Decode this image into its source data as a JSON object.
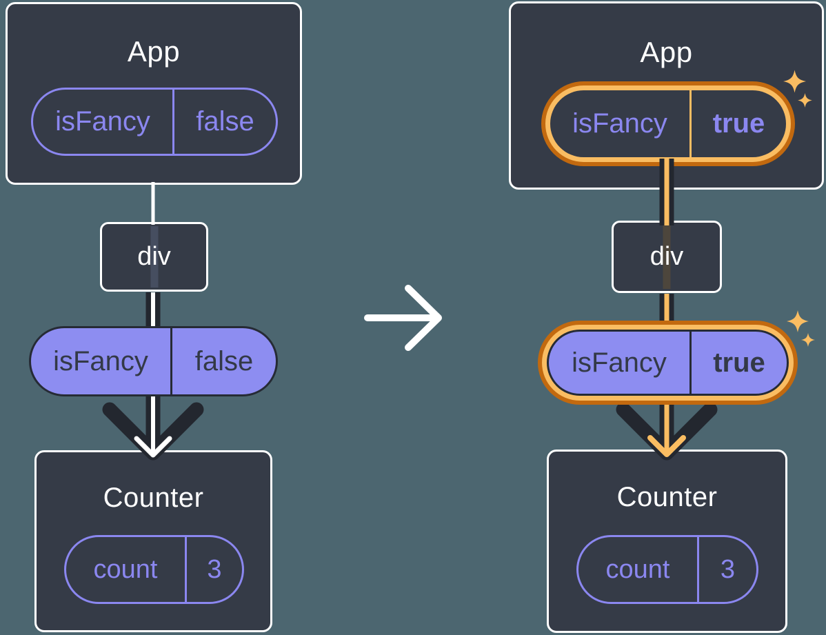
{
  "colors": {
    "background": "#4C6670",
    "node_fill": "#353B47",
    "node_border": "#FFFFFF",
    "accent_purple": "#8B87F0",
    "pill_fill_purple": "#8D8DF1",
    "ink_dark": "#23272F",
    "highlight_orange": "#FABD62",
    "highlight_orange_dark": "#C2690F"
  },
  "before": {
    "app": {
      "title": "App",
      "prop_name": "isFancy",
      "prop_value": "false"
    },
    "div_label": "div",
    "passed_prop": {
      "name": "isFancy",
      "value": "false"
    },
    "counter": {
      "title": "Counter",
      "state_name": "count",
      "state_value": "3"
    }
  },
  "after": {
    "app": {
      "title": "App",
      "prop_name": "isFancy",
      "prop_value": "true"
    },
    "div_label": "div",
    "passed_prop": {
      "name": "isFancy",
      "value": "true"
    },
    "counter": {
      "title": "Counter",
      "state_name": "count",
      "state_value": "3"
    }
  }
}
